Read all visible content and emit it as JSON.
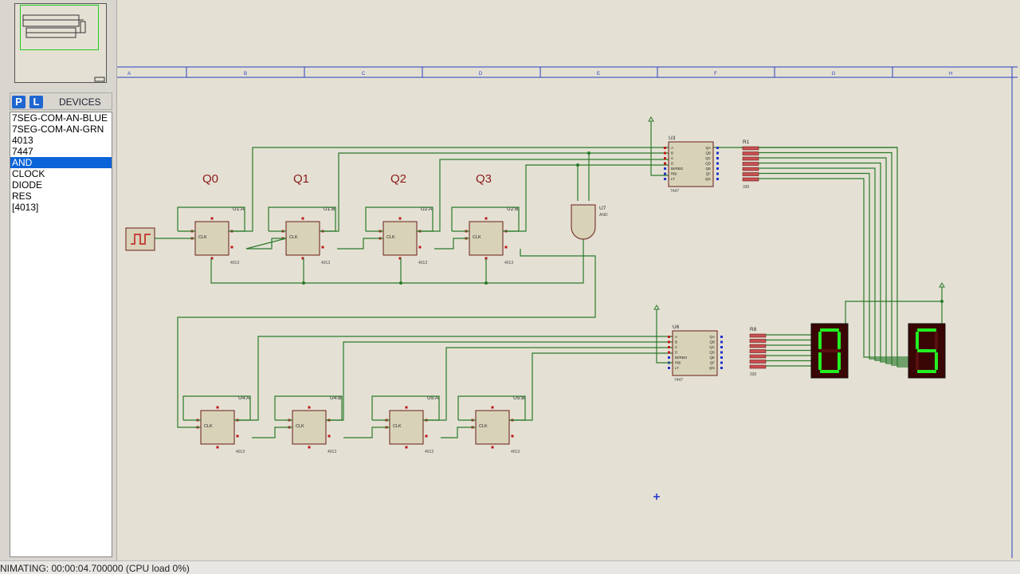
{
  "sidebar": {
    "p_button": "P",
    "l_button": "L",
    "title": "DEVICES",
    "devices": [
      "7SEG-COM-AN-BLUE",
      "7SEG-COM-AN-GRN",
      "4013",
      "7447",
      "AND",
      "CLOCK",
      "DIODE",
      "RES",
      "[4013]"
    ],
    "selected_device": "AND"
  },
  "canvas": {
    "grid_letters": [
      "A",
      "B",
      "C",
      "D",
      "E",
      "F",
      "G",
      "H"
    ],
    "flipflop_labels": [
      "Q0",
      "Q1",
      "Q2",
      "Q3"
    ],
    "ff_top": [
      "U1:A",
      "U1:B",
      "U2:A",
      "U2:B"
    ],
    "ff_bottom": [
      "U4:A",
      "U4:B",
      "U5:A",
      "U5:B"
    ],
    "ff_part": "4013",
    "ff_clk": "CLK",
    "and_gate": {
      "ref": "U7",
      "part": "AND"
    },
    "decoder_top": {
      "ref": "U3",
      "part": "7447"
    },
    "decoder_bottom": {
      "ref": "U6",
      "part": "7447"
    },
    "resistor_top": {
      "ref": "R1",
      "value": "330"
    },
    "resistor_bottom": {
      "ref": "R8",
      "value": "330"
    },
    "dec_inputs": [
      "A",
      "B",
      "C",
      "D",
      "BI/RBO",
      "RBI",
      "LT"
    ],
    "dec_outputs": [
      "QA",
      "QB",
      "QC",
      "QD",
      "QE",
      "QF",
      "QG"
    ],
    "display_left_digit": "0",
    "display_right_digit": "5",
    "colors": {
      "wire": "#2a7a2a",
      "component": "#d8d3b8",
      "label": "#8b1a1a",
      "segment_on": "#22ee22"
    }
  },
  "status": {
    "text": "NIMATING: 00:00:04.700000 (CPU load 0%)"
  }
}
